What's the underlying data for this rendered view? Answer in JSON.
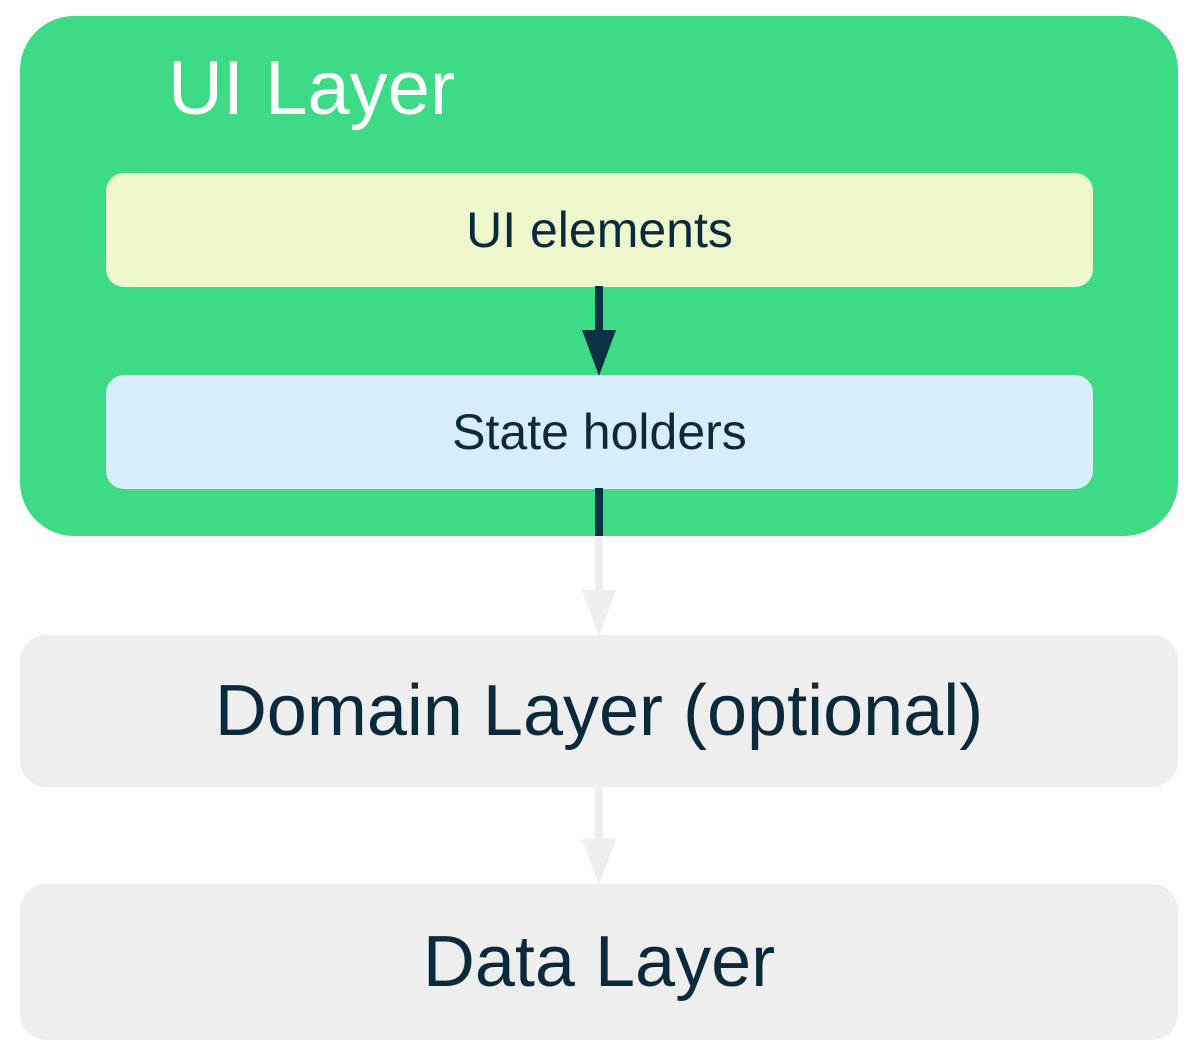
{
  "colors": {
    "ui_layer_bg": "#3ddb85",
    "ui_layer_title": "#ffffff",
    "ui_elements_bg": "#eef8cc",
    "state_holders_bg": "#d8eefc",
    "layer_bg": "#eeeeee",
    "text_dark": "#0b2a3c",
    "arrow_dark": "#0b3142",
    "arrow_light": "#eeeeee"
  },
  "diagram": {
    "ui_layer": {
      "title": "UI Layer",
      "ui_elements": "UI elements",
      "state_holders": "State holders"
    },
    "domain_layer": "Domain Layer (optional)",
    "data_layer": "Data Layer"
  }
}
